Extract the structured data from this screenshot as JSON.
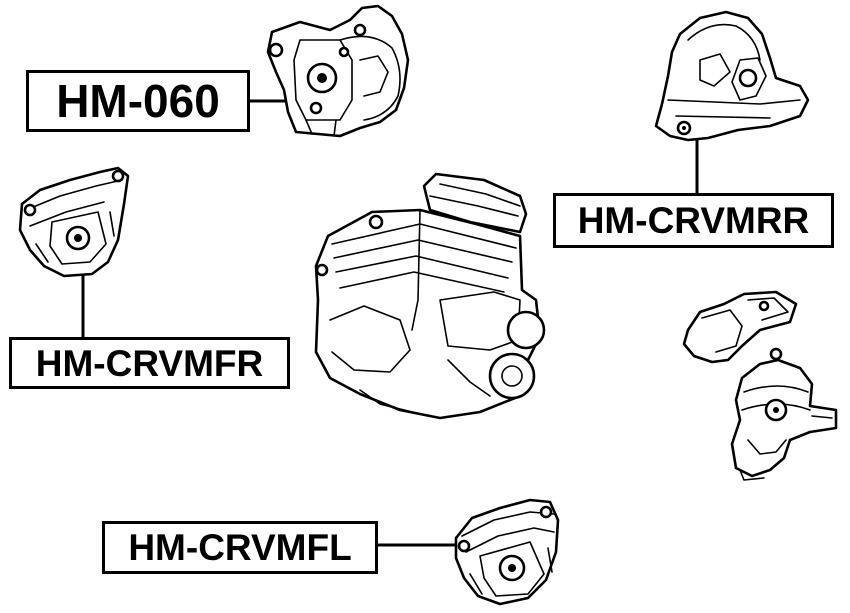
{
  "labels": {
    "hm060": "HM-060",
    "crvmrr": "HM-CRVMRR",
    "crvmfr": "HM-CRVMFR",
    "crvmfl": "HM-CRVMFL"
  },
  "colors": {
    "line": "#000000",
    "background": "#ffffff"
  }
}
